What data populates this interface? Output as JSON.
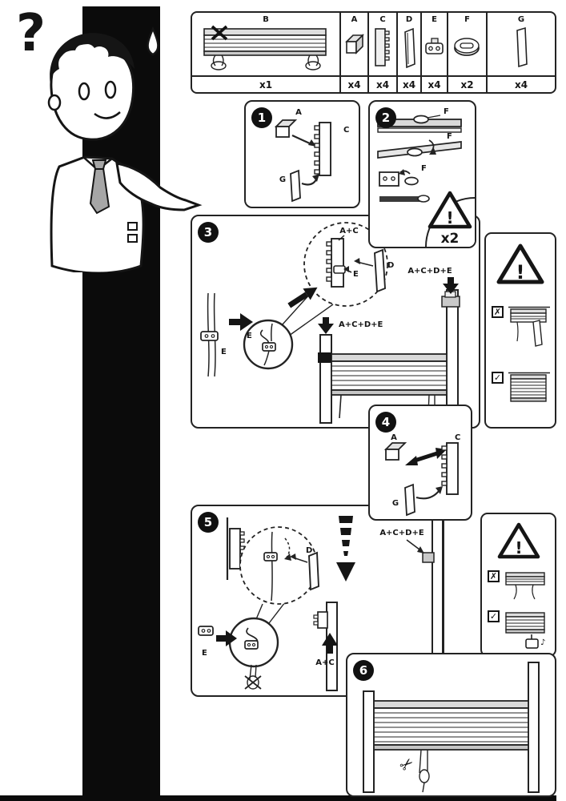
{
  "colors": {
    "ink": "#151515",
    "panel": "#0b0b0b",
    "slat_gray": "#d9d9d9"
  },
  "intro": {
    "question_mark": "?"
  },
  "parts_box": {
    "items": [
      {
        "label": "B",
        "qty": "x1"
      },
      {
        "label": "A",
        "qty": "x4"
      },
      {
        "label": "C",
        "qty": "x4"
      },
      {
        "label": "D",
        "qty": "x4"
      },
      {
        "label": "E",
        "qty": "x4"
      },
      {
        "label": "F",
        "qty": "x2"
      },
      {
        "label": "G",
        "qty": "x4"
      }
    ]
  },
  "steps": {
    "s1": {
      "num": "1",
      "a": "A",
      "c": "C",
      "g": "G"
    },
    "s2": {
      "num": "2",
      "f1": "F",
      "f2": "F",
      "f3": "F",
      "bang": "!",
      "repeat": "x2"
    },
    "s3": {
      "num": "3",
      "ac": "A+C",
      "e1": "E",
      "d": "D",
      "e2": "E",
      "e3": "E",
      "acde_right": "A+C+D+E",
      "acde_left": "A+C+D+E"
    },
    "s4": {
      "num": "4",
      "a": "A",
      "c": "C",
      "g": "G"
    },
    "s5": {
      "num": "5",
      "d": "D",
      "e": "E",
      "ac": "A+C",
      "acde": "A+C+D+E"
    },
    "s6": {
      "num": "6"
    }
  },
  "warnings": {
    "w3": {
      "bang": "!",
      "wrong": "✗",
      "right": "✓"
    },
    "w5": {
      "bang": "!",
      "wrong": "✗",
      "right": "✓",
      "click_note": "♪"
    }
  },
  "icons": {
    "scissors": "✂"
  }
}
